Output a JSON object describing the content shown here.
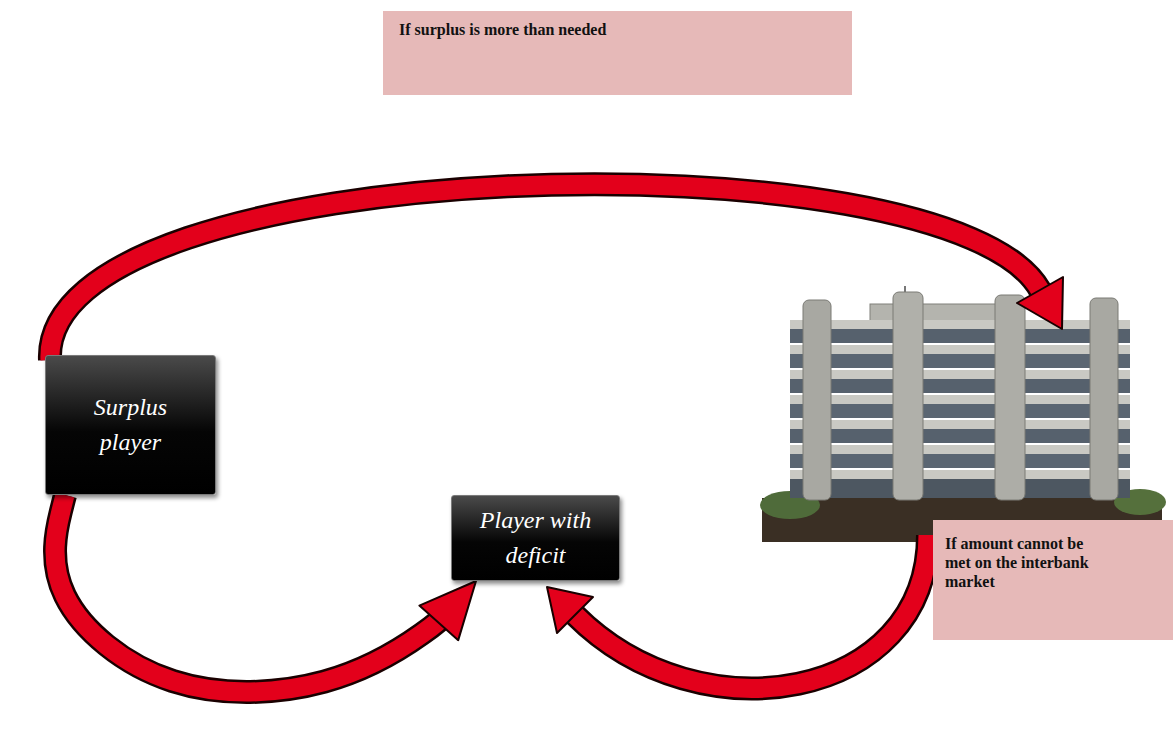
{
  "diagram": {
    "nodes": [
      {
        "text": [
          "If surplus is more than needed"
        ]
      },
      {
        "text": [
          "Surplus player"
        ]
      },
      {
        "text": [
          "Player with deficit"
        ]
      },
      {
        "text": [
          "If amount cannot be met on the interbank market"
        ]
      }
    ],
    "edges": [
      {
        "from": 1,
        "to": 2,
        "arrow": "to"
      }
    ]
  }
}
